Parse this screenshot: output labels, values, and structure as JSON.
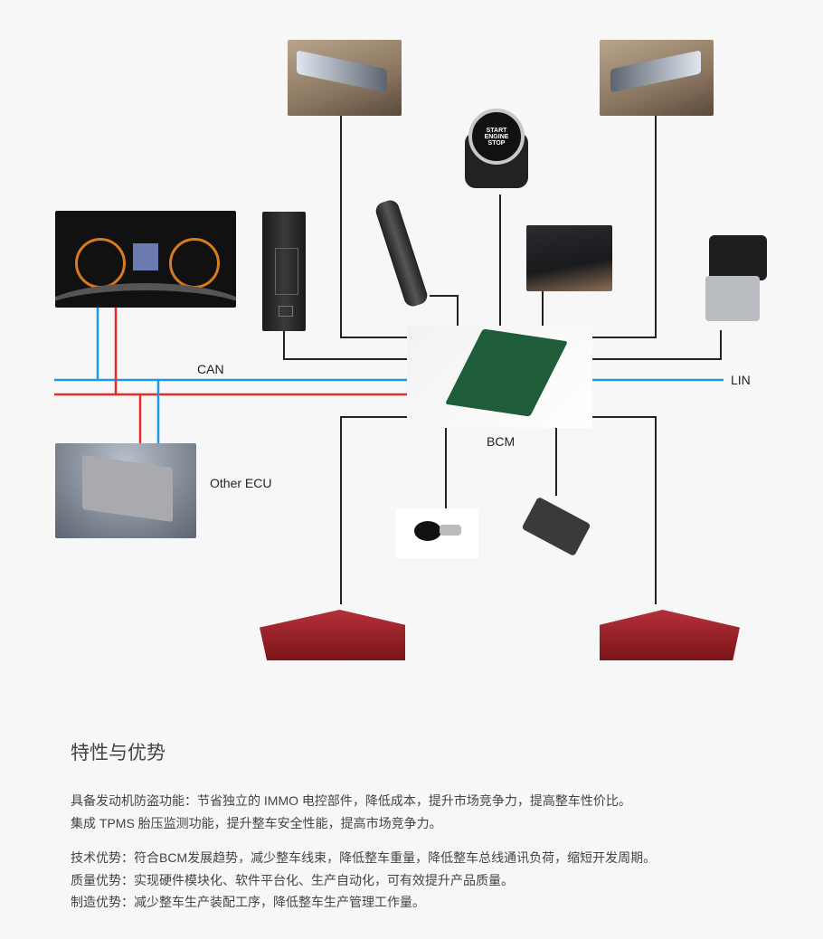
{
  "diagram": {
    "center_label": "BCM",
    "bus_can_label": "CAN",
    "bus_lin_label": "LIN",
    "other_ecu_label": "Other ECU",
    "start_button_text": "START ENGINE STOP",
    "colors": {
      "can_high": "#1a9ae6",
      "can_low": "#e62b2b",
      "wire": "#222222"
    }
  },
  "features": {
    "title": "特性与优势",
    "group1": [
      "具备发动机防盗功能：节省独立的 IMMO 电控部件，降低成本，提升市场竞争力，提高整车性价比。",
      "集成 TPMS 胎压监测功能，提升整车安全性能，提高市场竞争力。"
    ],
    "group2": [
      "技术优势：符合BCM发展趋势，减少整车线束，降低整车重量，降低整车总线通讯负荷，缩短开发周期。",
      "质量优势：实现硬件模块化、软件平台化、生产自动化，可有效提升产品质量。",
      "制造优势：减少整车生产装配工序，降低整车生产管理工作量。"
    ]
  }
}
